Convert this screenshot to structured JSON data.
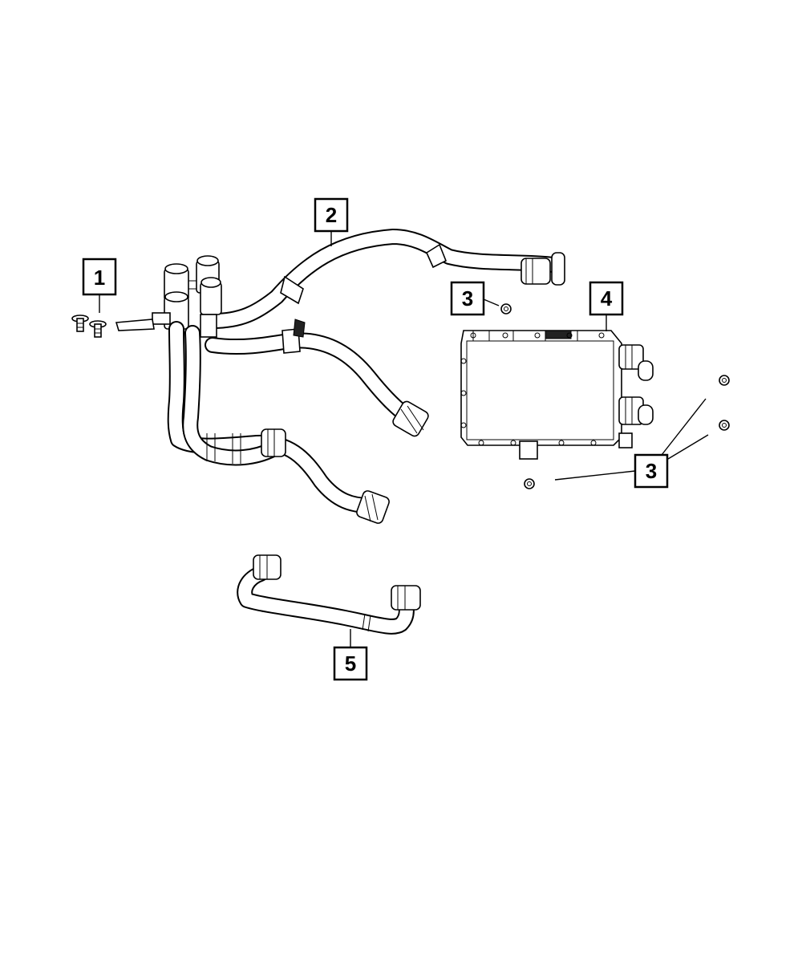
{
  "callouts": [
    {
      "id": "1",
      "label": "1"
    },
    {
      "id": "2",
      "label": "2"
    },
    {
      "id": "3a",
      "label": "3"
    },
    {
      "id": "3b",
      "label": "3"
    },
    {
      "id": "4",
      "label": "4"
    },
    {
      "id": "5",
      "label": "5"
    }
  ],
  "colors": {
    "line": "#000000",
    "background": "#ffffff"
  }
}
